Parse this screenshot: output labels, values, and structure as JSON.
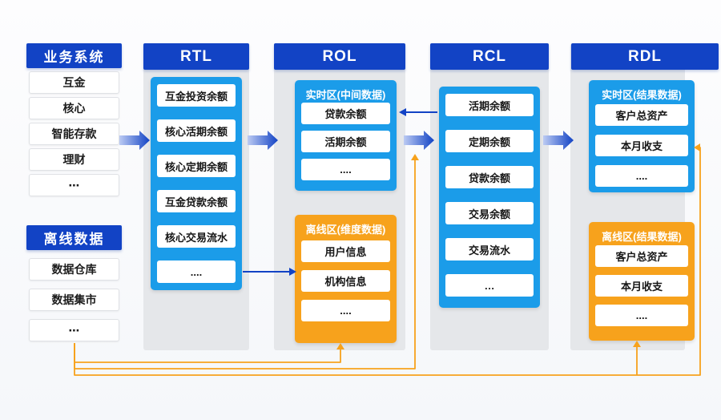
{
  "colors": {
    "deep_blue": "#1243c5",
    "bright_blue": "#1b9ce9",
    "orange": "#f7a21c",
    "panel_gray": "#e5e7ea"
  },
  "left": {
    "business": {
      "title": "业务系统",
      "items": [
        "互金",
        "核心",
        "智能存款",
        "理财",
        "⋯"
      ]
    },
    "offline": {
      "title": "离线数据",
      "items": [
        "数据仓库",
        "数据集市",
        "⋯"
      ]
    }
  },
  "rtl": {
    "title": "RTL",
    "items": [
      "互金投资余额",
      "核心活期余额",
      "核心定期余额",
      "互金贷款余额",
      "核心交易流水",
      "...."
    ]
  },
  "rol": {
    "title": "ROL",
    "realtime": {
      "title": "实时区(中间数据)",
      "items": [
        "贷款余额",
        "活期余额",
        "...."
      ]
    },
    "offline": {
      "title": "离线区(维度数据)",
      "items": [
        "用户信息",
        "机构信息",
        "...."
      ]
    }
  },
  "rcl": {
    "title": "RCL",
    "items": [
      "活期余额",
      "定期余额",
      "贷款余额",
      "交易余额",
      "交易流水",
      "…"
    ]
  },
  "rdl": {
    "title": "RDL",
    "realtime": {
      "title": "实时区(结果数据)",
      "items": [
        "客户总资产",
        "本月收支",
        "...."
      ]
    },
    "offline": {
      "title": "离线区(结果数据)",
      "items": [
        "客户总资产",
        "本月收支",
        "...."
      ]
    }
  }
}
